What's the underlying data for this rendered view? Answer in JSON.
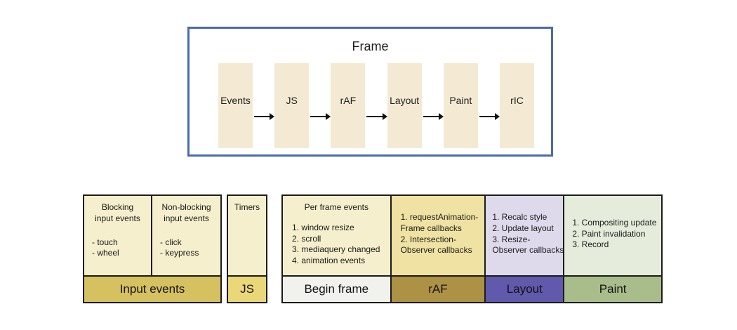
{
  "frame_diagram": {
    "title": "Frame",
    "stages": [
      "Events",
      "JS",
      "rAF",
      "Layout",
      "Paint",
      "rIC"
    ]
  },
  "tables": {
    "input_events": {
      "label": "Input events",
      "cells": [
        {
          "heading": "Blocking\ninput events",
          "items": "- touch\n- wheel"
        },
        {
          "heading": "Non-blocking\ninput events",
          "items": "- click\n- keypress"
        }
      ]
    },
    "js": {
      "label": "JS",
      "cell_heading": "Timers"
    },
    "begin_frame": {
      "label": "Begin frame",
      "heading": "Per frame events",
      "items": "1. window resize\n2. scroll\n3. mediaquery changed\n4. animation events"
    },
    "raf": {
      "label": "rAF",
      "items": "1. requestAnimation-\nFrame callbacks\n2. Intersection-\nObserver callbacks"
    },
    "layout": {
      "label": "Layout",
      "items": "1. Recalc style\n2. Update layout\n3. Resize-\nObserver callbacks"
    },
    "paint": {
      "label": "Paint",
      "items": "1. Compositing update\n2. Paint invalidation\n3. Record"
    }
  },
  "colors": {
    "frame_border": "#4a6ab0",
    "stage_box": "#f4ead3",
    "cream_cell": "#f5efcd",
    "input_events_label": "#d6c161",
    "js_label": "#ead878",
    "begin_frame_label": "#f1f1ee",
    "raf_cell": "#efe2a3",
    "raf_label": "#ad9245",
    "layout_cell": "#dedaec",
    "layout_label": "#6159ac",
    "paint_cell": "#e5ecdb",
    "paint_label": "#a9bd8b",
    "table_border": "#1b1b1b"
  }
}
